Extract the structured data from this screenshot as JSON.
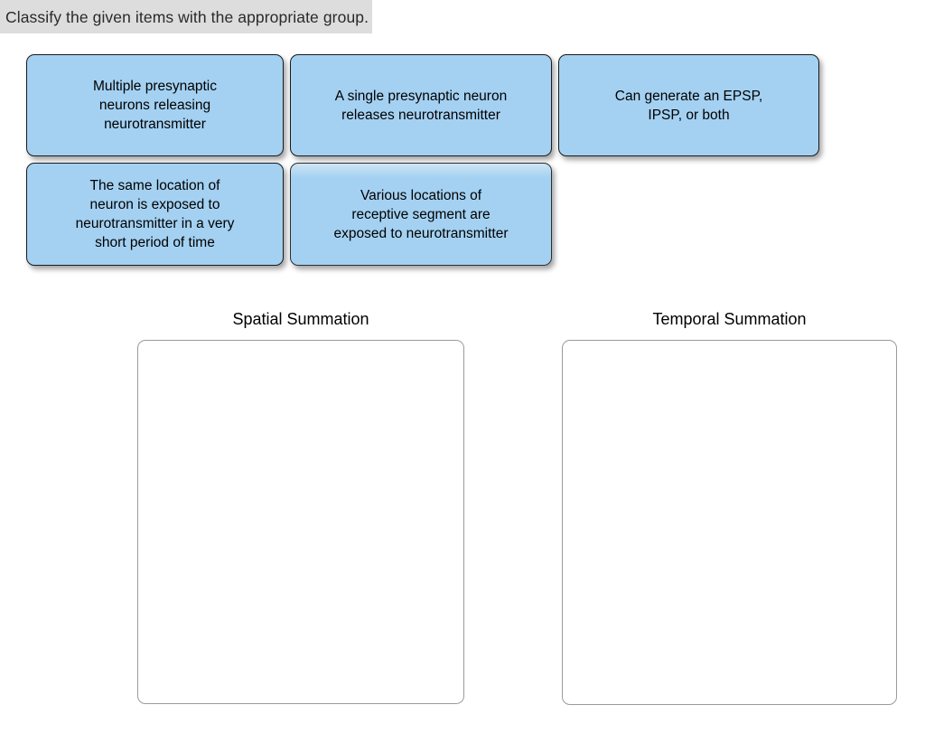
{
  "instruction": {
    "text": "Classify the given items with the appropriate group.",
    "highlight_color": "#dddddd"
  },
  "tiles": {
    "fill_color": "#a4d1f2",
    "border_color": "#1a1a1a",
    "items": [
      {
        "id": "tile-1",
        "label": "Multiple presynaptic\nneurons releasing\nneurotransmitter",
        "highlighted": false
      },
      {
        "id": "tile-2",
        "label": "A single presynaptic neuron\nreleases neurotransmitter",
        "highlighted": false
      },
      {
        "id": "tile-3",
        "label": "Can generate an EPSP,\nIPSP, or both",
        "highlighted": false
      },
      {
        "id": "tile-4",
        "label": "The same location of\nneuron is exposed to\nneurotransmitter in a very\nshort period of time",
        "highlighted": false
      },
      {
        "id": "tile-5",
        "label": "Various locations of\nreceptive segment are\nexposed to neurotransmitter",
        "highlighted": true
      }
    ]
  },
  "drop_groups": [
    {
      "id": "spatial",
      "title": "Spatial Summation",
      "items": []
    },
    {
      "id": "temporal",
      "title": "Temporal Summation",
      "items": []
    }
  ]
}
